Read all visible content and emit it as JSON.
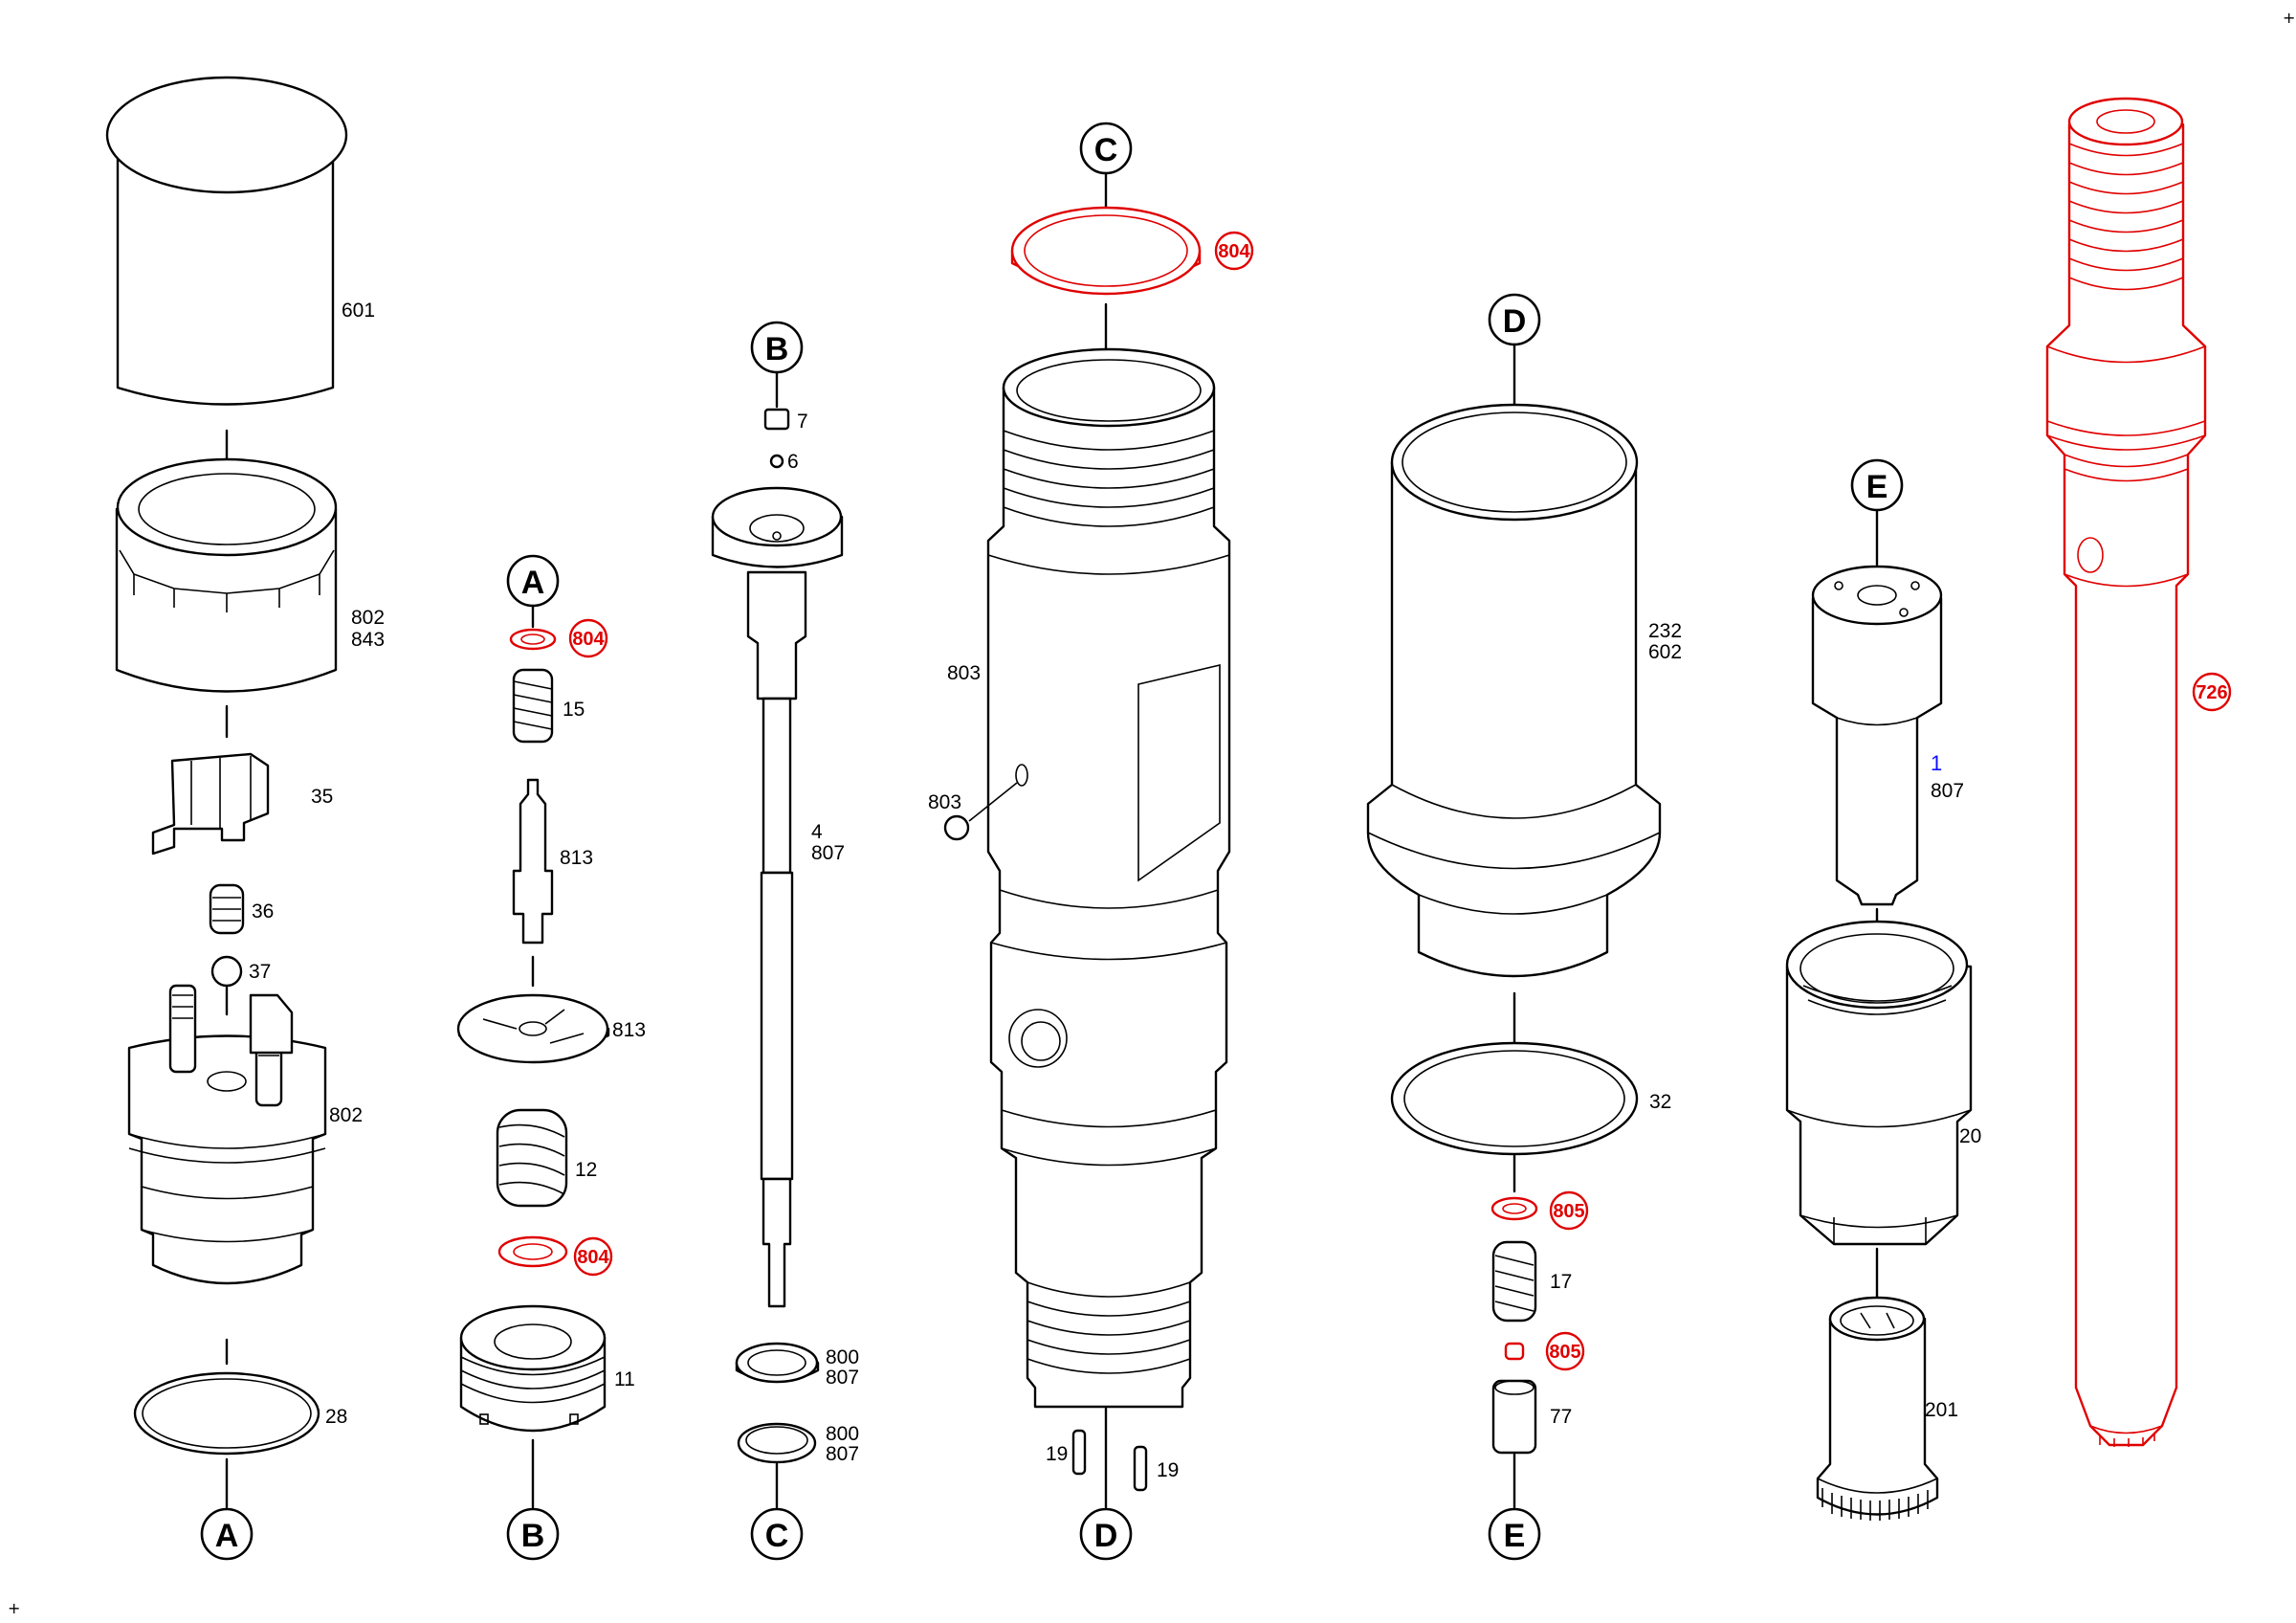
{
  "part_labels": {
    "l601": "601",
    "l802a": "802",
    "l843": "843",
    "l35": "35",
    "l36": "36",
    "l37": "37",
    "l802b": "802",
    "l28": "28",
    "l15": "15",
    "l813a": "813",
    "l813b": "813",
    "l12": "12",
    "l11": "11",
    "l7": "7",
    "l6": "6",
    "l4": "4",
    "l807a": "807",
    "l800a": "800",
    "l807b": "807",
    "l800b": "800",
    "l807c": "807",
    "l803a": "803",
    "l803b": "803",
    "l19a": "19",
    "l19b": "19",
    "l232": "232",
    "l602": "602",
    "l32": "32",
    "l17": "17",
    "l77": "77",
    "l1": "1",
    "l807d": "807",
    "l20": "20",
    "l201": "201"
  },
  "markers": {
    "A_top": "A",
    "A_bottom": "A",
    "B_top": "B",
    "B_bottom": "B",
    "C_top": "C",
    "C_bottom": "C",
    "D_top": "D",
    "D_bottom": "D",
    "E_top": "E",
    "E_bottom": "E"
  },
  "red_labels": {
    "r804a": "804",
    "r804b": "804",
    "r804c": "804",
    "r805a": "805",
    "r805b": "805",
    "r726": "726"
  },
  "corner_marks": {
    "top_right": "+",
    "bottom_left": "+"
  },
  "colors": {
    "outline": "#000000",
    "highlight": "#e00000",
    "reference_blue": "#1010ff",
    "background": "#ffffff"
  }
}
